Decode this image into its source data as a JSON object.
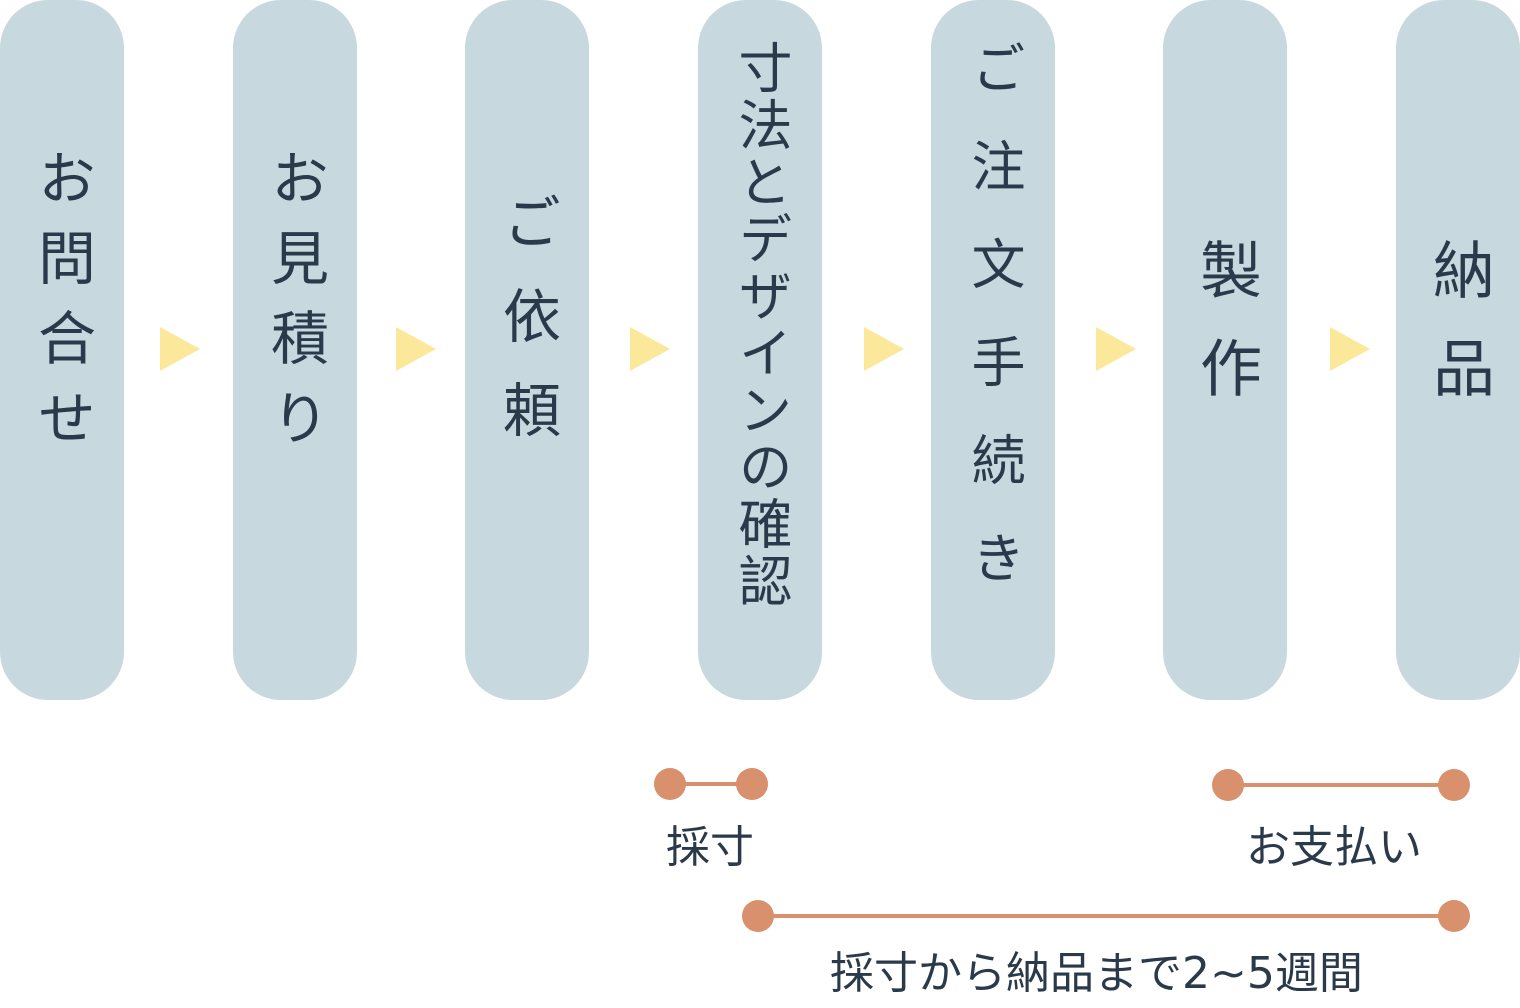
{
  "steps": [
    {
      "label": "お問合せ"
    },
    {
      "label": "お見積り"
    },
    {
      "label": "ご依頼"
    },
    {
      "label": "寸法とデザインの確認"
    },
    {
      "label": "ご注文手続き"
    },
    {
      "label": "製作"
    },
    {
      "label": "納品"
    }
  ],
  "notes": {
    "measure": "採寸",
    "payment": "お支払い",
    "duration": "採寸から納品まで2~5週間"
  },
  "colors": {
    "step_fill": "#c7d9df",
    "step_text": "#2a3a4a",
    "arrow": "#fbe89a",
    "bracket": "#d9906c"
  }
}
